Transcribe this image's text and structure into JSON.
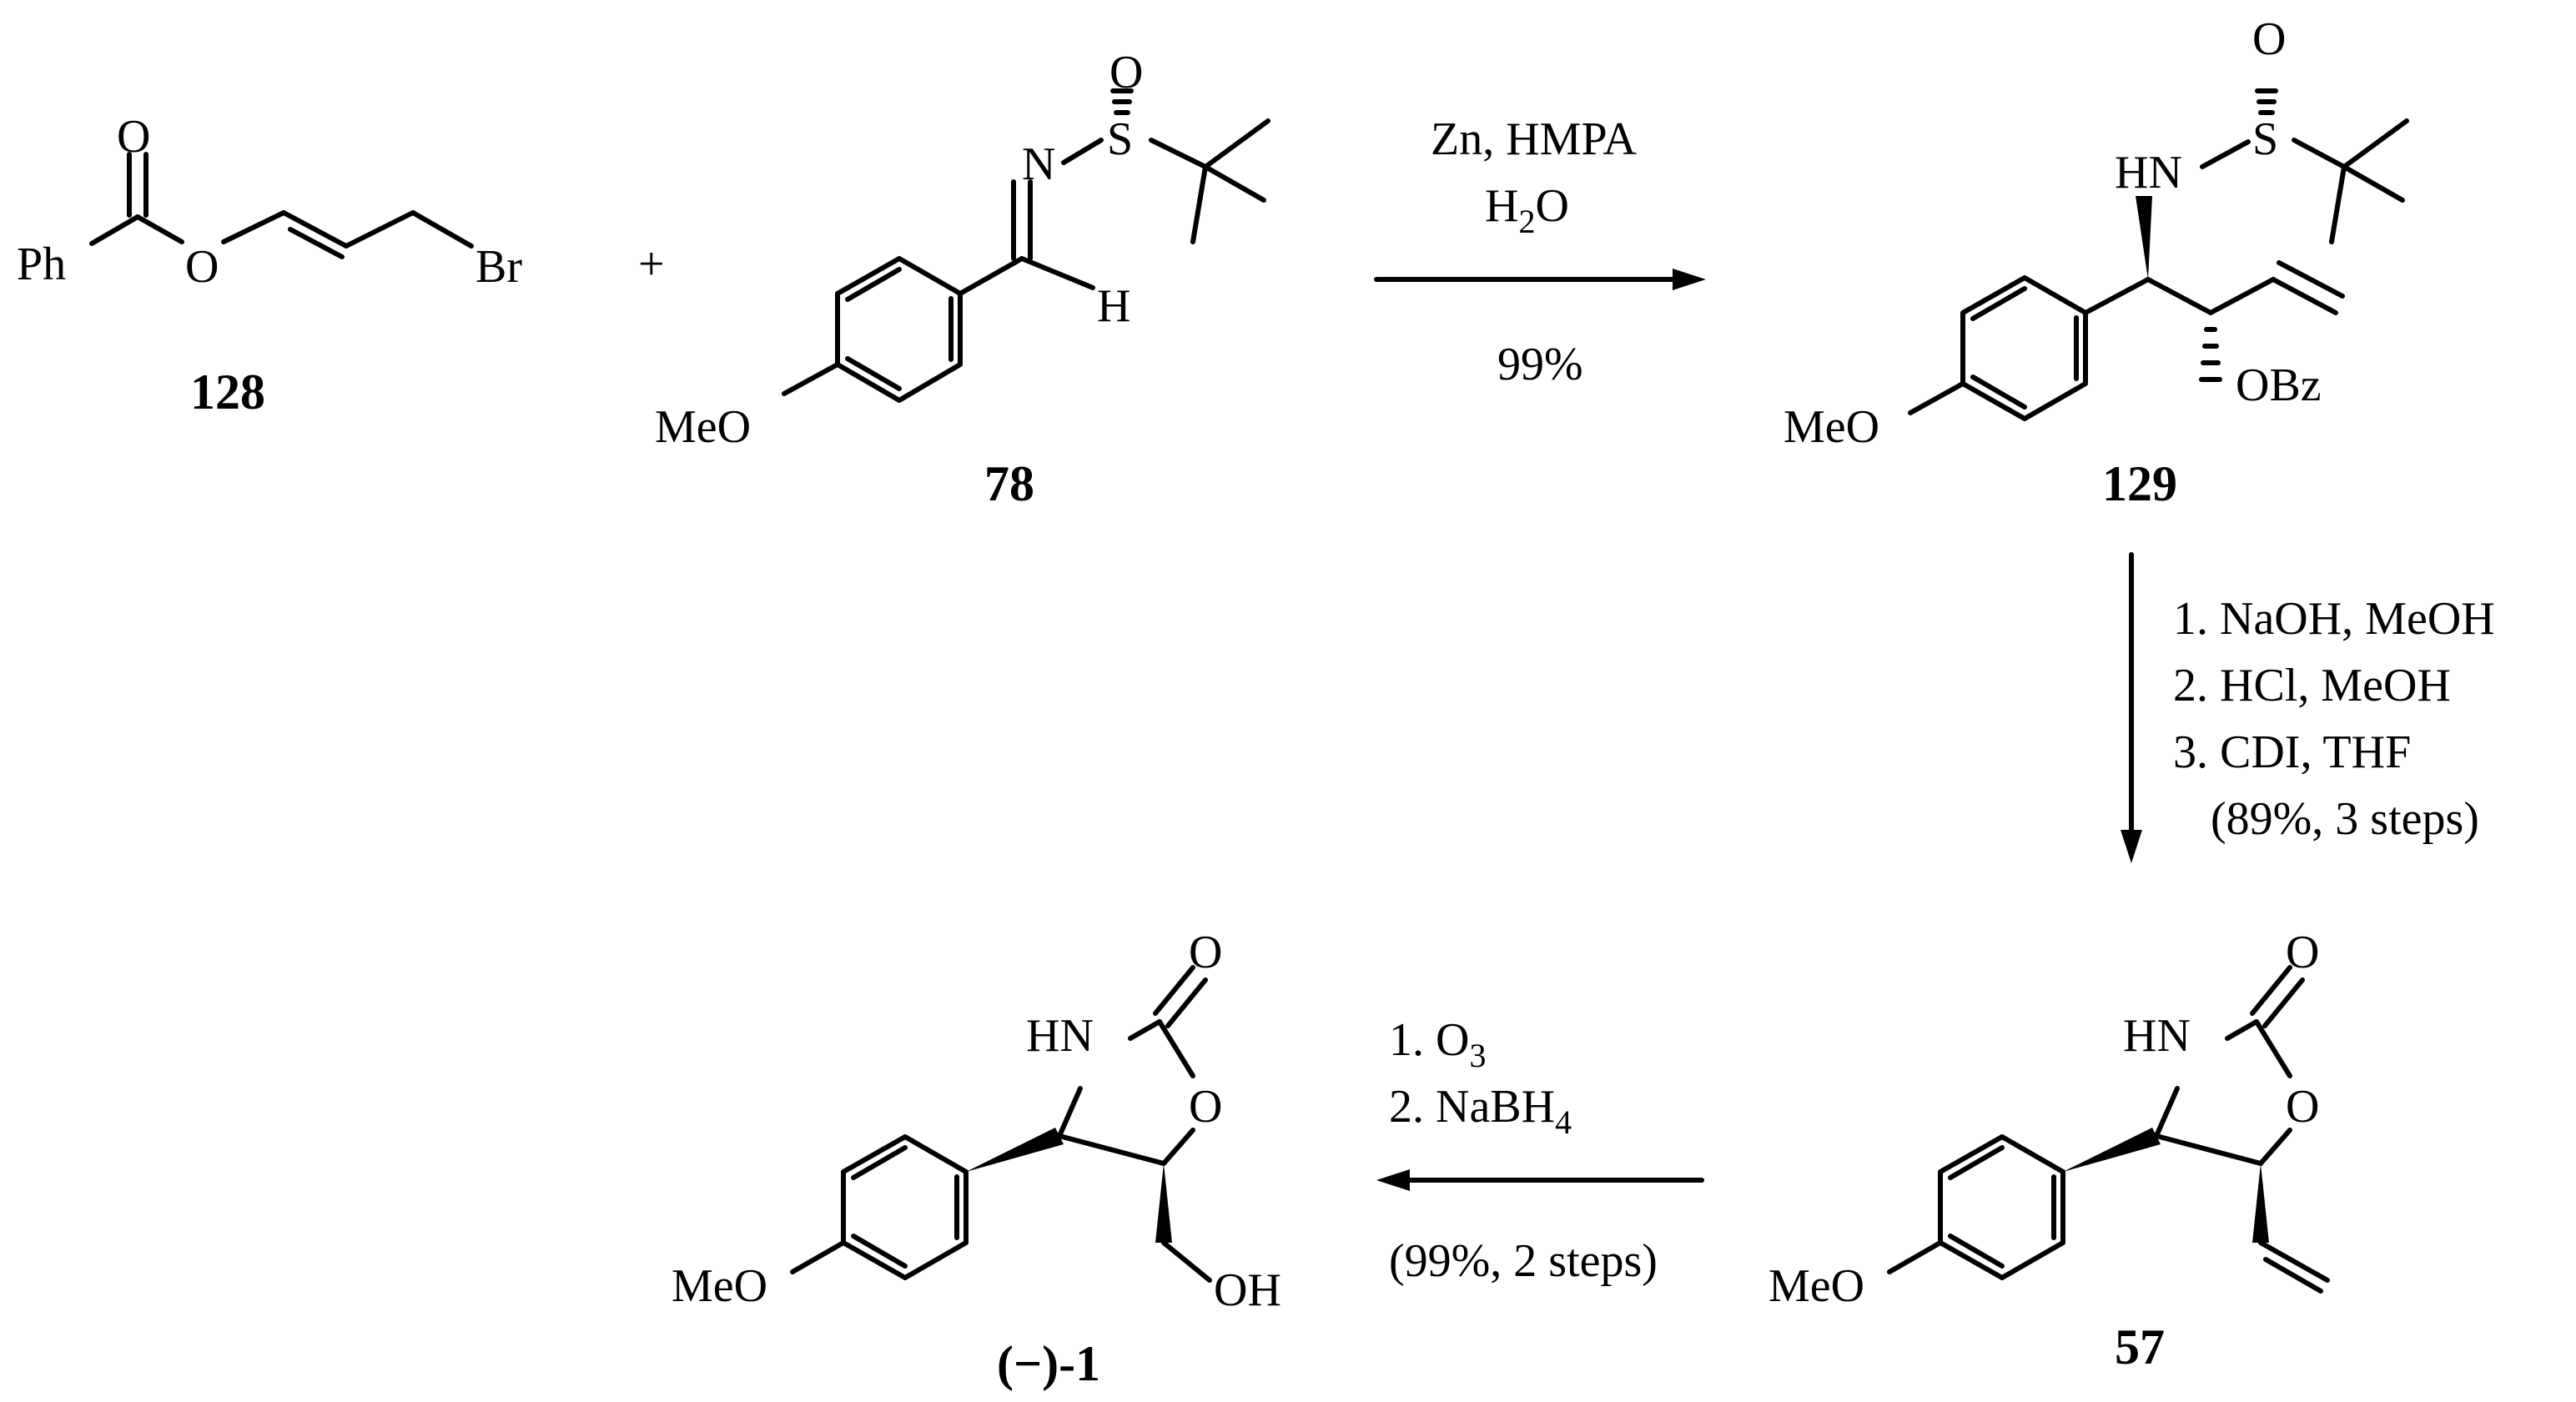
{
  "scheme": {
    "plus": "+",
    "compounds": {
      "c128": {
        "number": "128",
        "ph": "Ph",
        "o_carbonyl": "O",
        "o_ester": "O",
        "br": "Br"
      },
      "c78": {
        "number": "78",
        "meo": "MeO",
        "n": "N",
        "s": "S",
        "o": "O",
        "h": "H"
      },
      "c129": {
        "number": "129",
        "meo": "MeO",
        "hn": "HN",
        "s": "S",
        "o": "O",
        "obz": "OBz"
      },
      "c57": {
        "number": "57",
        "meo": "MeO",
        "hn": "HN",
        "o_ring": "O",
        "o_carbonyl": "O"
      },
      "c1": {
        "number": "(−)-1",
        "meo": "MeO",
        "hn": "HN",
        "o_ring": "O",
        "o_carbonyl": "O",
        "oh": "OH"
      }
    },
    "steps": {
      "step1": {
        "line1": "Zn, HMPA",
        "line2_main": "H",
        "line2_sub": "2",
        "line2_tail": "O",
        "yield": "99%"
      },
      "step2": {
        "line1": "1. NaOH, MeOH",
        "line2": "2. HCl, MeOH",
        "line3": "3. CDI, THF",
        "line4": "(89%, 3 steps)"
      },
      "step3": {
        "line1_main": "1. O",
        "line1_sub": "3",
        "line2_main": "2. NaBH",
        "line2_sub": "4",
        "yield": "(99%, 2 steps)"
      }
    }
  }
}
